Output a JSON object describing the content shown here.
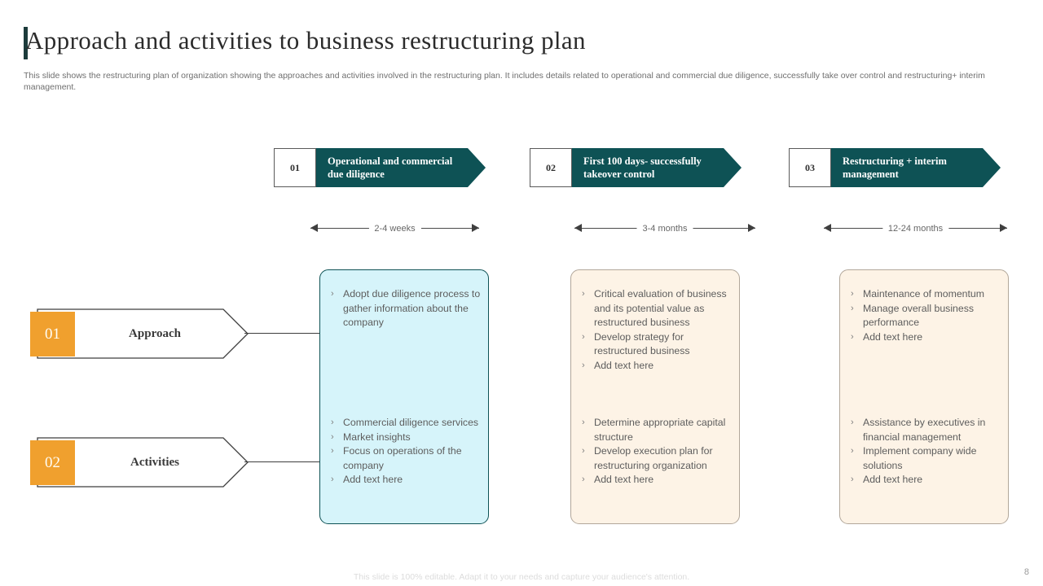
{
  "slide": {
    "title": "Approach and activities to business restructuring plan",
    "subtitle": "This slide shows the restructuring plan of organization showing the approaches and activities involved in the restructuring plan. It includes details related to operational and commercial due diligence, successfully take over control and restructuring+ interim management.",
    "footer_note": "This slide is 100% editable. Adapt it to your needs and capture your audience's attention.",
    "page_number": "8"
  },
  "colors": {
    "teal": "#0e5255",
    "orange": "#f0a02e",
    "light_blue": "#d6f4fa",
    "cream": "#fdf3e6",
    "title_text": "#2b2b2b",
    "body_text": "#5d5d5d"
  },
  "phases": [
    {
      "number": "01",
      "label": "Operational and commercial due diligence",
      "duration": "2-4 weeks"
    },
    {
      "number": "02",
      "label": "First 100 days- successfully takeover control",
      "duration": "3-4 months"
    },
    {
      "number": "03",
      "label": "Restructuring + interim management",
      "duration": "12-24 months"
    }
  ],
  "rows": [
    {
      "number": "01",
      "label": "Approach"
    },
    {
      "number": "02",
      "label": "Activities"
    }
  ],
  "bullet_glyph": "›",
  "columns": [
    {
      "style": "blue",
      "approach": [
        "Adopt due diligence process to gather information about the company"
      ],
      "activities": [
        "Commercial diligence services",
        "Market insights",
        "Focus on operations of the company",
        "Add text here"
      ]
    },
    {
      "style": "cream",
      "approach": [
        "Critical evaluation of business and its potential value as restructured business",
        "Develop strategy for restructured business",
        " Add text here"
      ],
      "activities": [
        "Determine appropriate capital structure",
        "Develop execution plan for restructuring organization",
        "Add text here"
      ]
    },
    {
      "style": "cream",
      "approach": [
        "Maintenance of momentum",
        "Manage overall business performance",
        " Add text here"
      ],
      "activities": [
        "Assistance by executives in financial management",
        "Implement company wide solutions",
        "Add text here"
      ]
    }
  ]
}
